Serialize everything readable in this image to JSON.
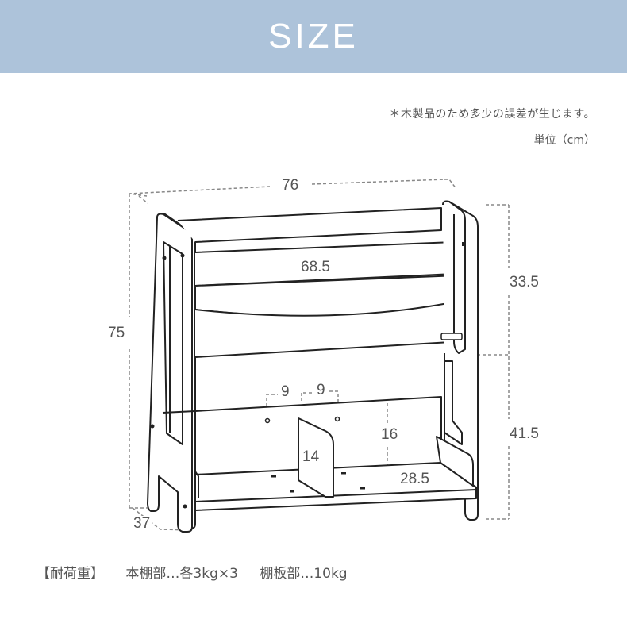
{
  "header": {
    "title": "SIZE",
    "background": "#adc3da"
  },
  "notes": {
    "disclaimer": "＊木製品のため多少の誤差が生じます。",
    "unit": "単位（cm）"
  },
  "dimensions": {
    "width": "76",
    "inner_width": "68.5",
    "height": "75",
    "depth": "37",
    "upper_height": "33.5",
    "lower_height": "41.5",
    "spacing_left": "9",
    "spacing_right": "9",
    "shelf_back_height": "16",
    "divider_height": "14",
    "shelf_depth": "28.5"
  },
  "load_capacity": {
    "label": "【耐荷重】",
    "book_shelf": "本棚部…各3kg×3",
    "board_shelf": "棚板部…10kg"
  },
  "colors": {
    "line": "#222222",
    "dim_line": "#888888",
    "text": "#555555"
  }
}
